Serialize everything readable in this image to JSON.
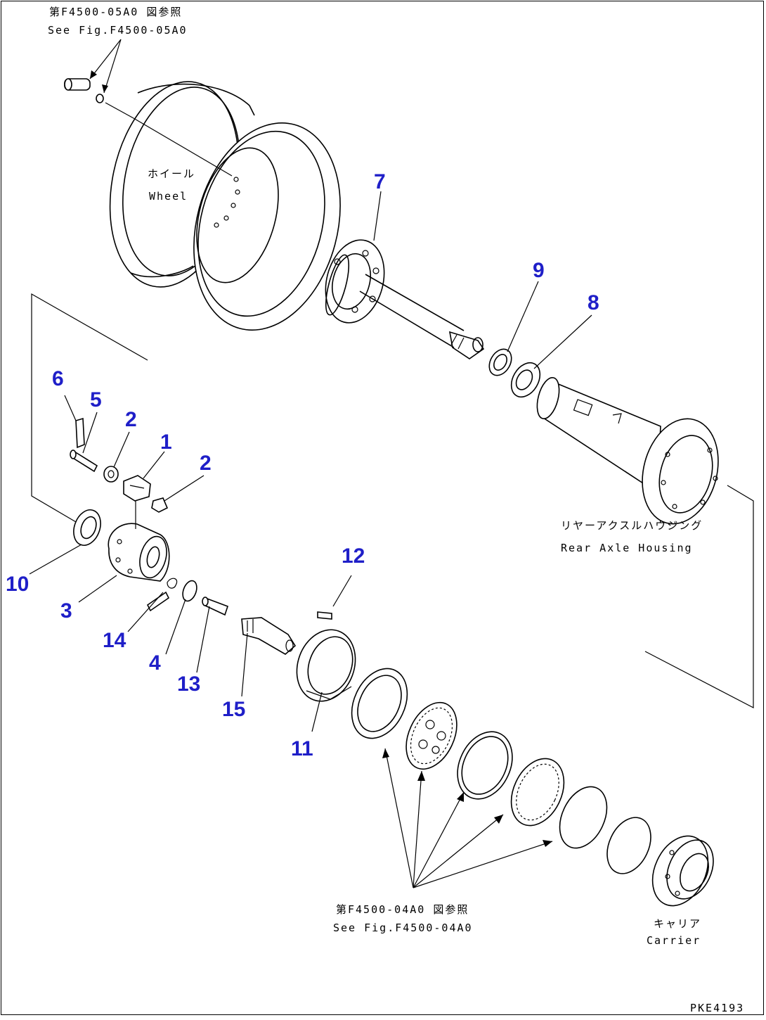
{
  "refs": {
    "top_jp": "第F4500-05A0 図参照",
    "top_en": "See Fig.F4500-05A0",
    "wheel_jp": "ホイール",
    "wheel_en": "Wheel",
    "housing_jp": "リヤーアクスルハウジング",
    "housing_en": "Rear Axle Housing",
    "bottom_jp": "第F4500-04A0 図参照",
    "bottom_en": "See Fig.F4500-04A0",
    "carrier_jp": "キャリア",
    "carrier_en": "Carrier",
    "sheet_code": "PKE4193"
  },
  "parts": {
    "p1": "1",
    "p2a": "2",
    "p2b": "2",
    "p3": "3",
    "p4": "4",
    "p5": "5",
    "p6": "6",
    "p7": "7",
    "p8": "8",
    "p9": "9",
    "p10": "10",
    "p11": "11",
    "p12": "12",
    "p13": "13",
    "p14": "14",
    "p15": "15"
  },
  "colors": {
    "callout": "#1f1fc8",
    "line": "#000000"
  }
}
